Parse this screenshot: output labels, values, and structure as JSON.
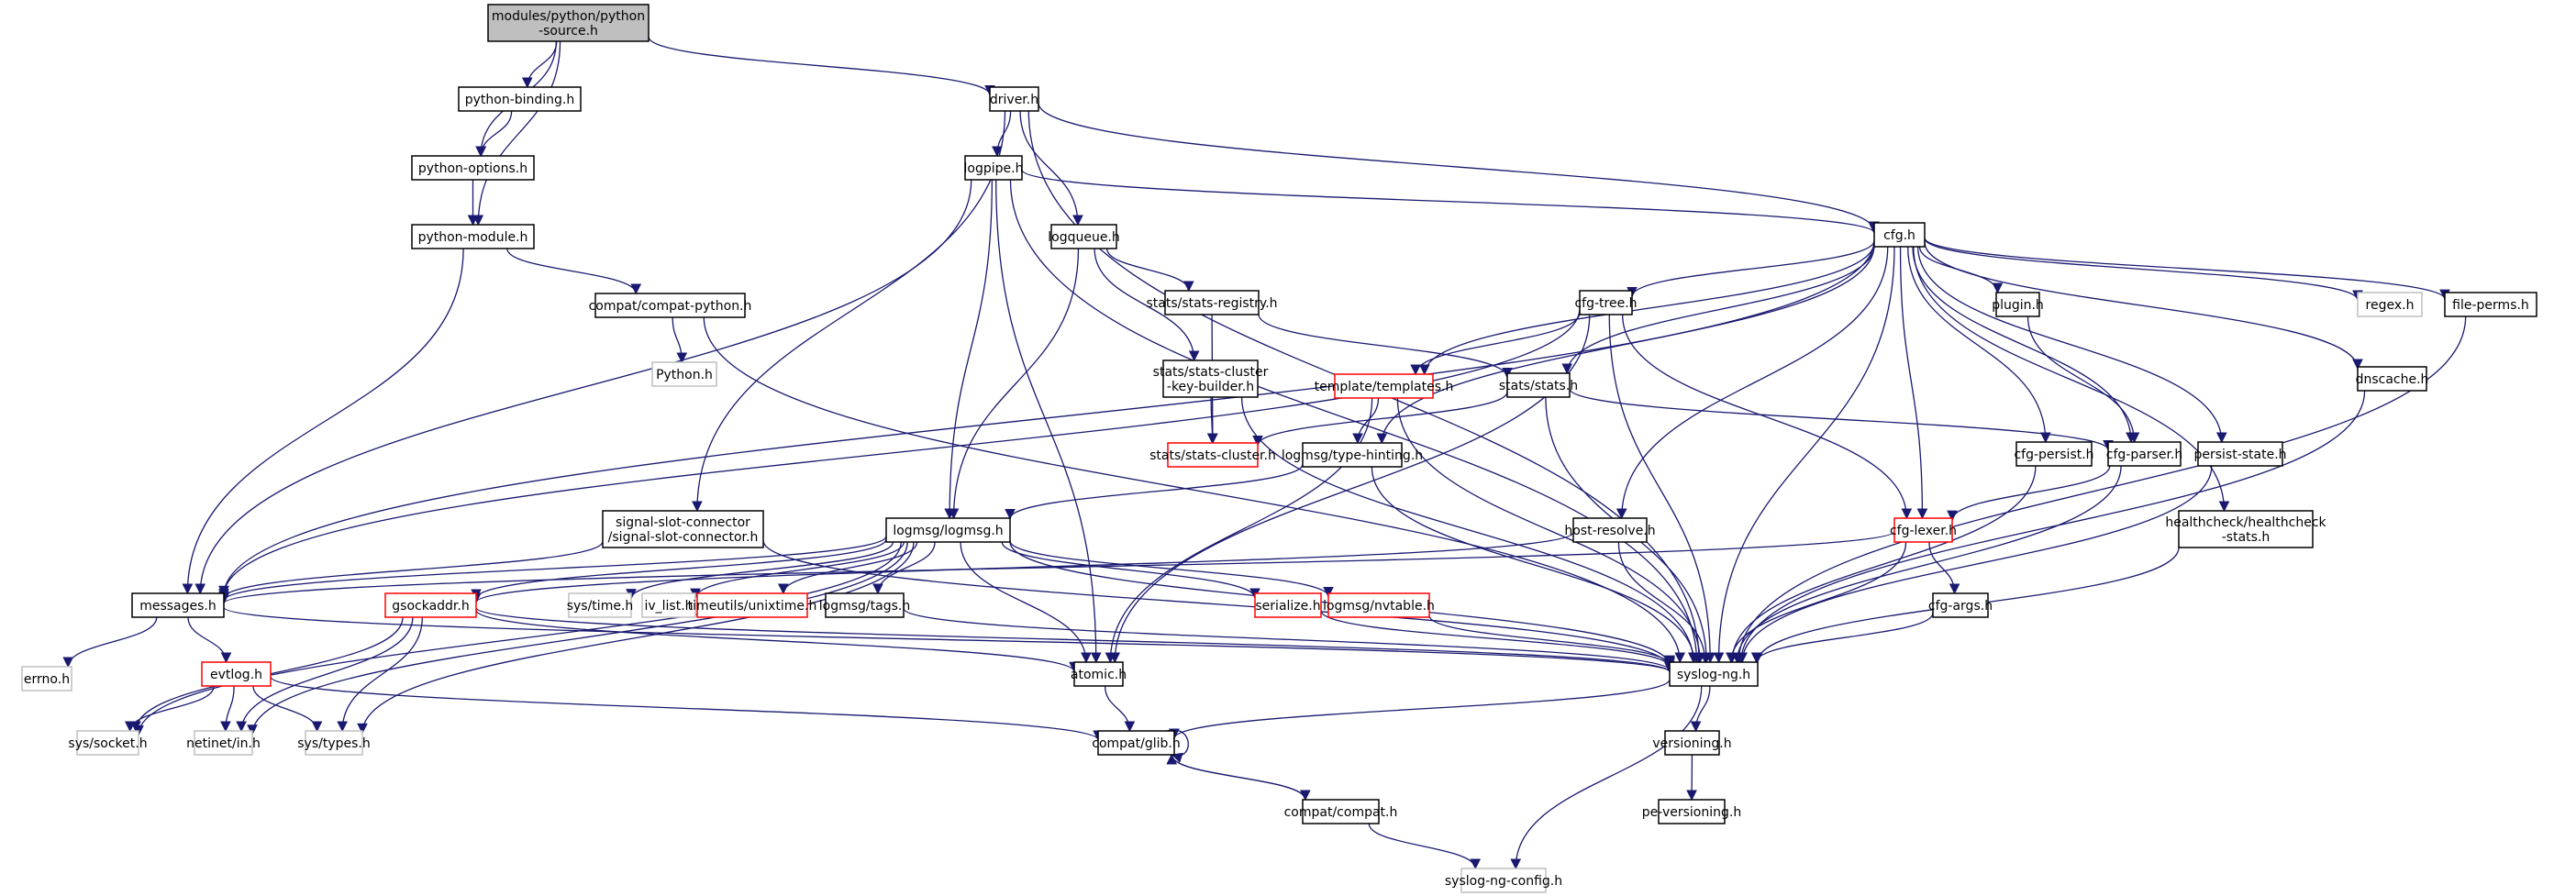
{
  "diagram": {
    "title": "modules/python/python-source.h include dependency graph",
    "colors": {
      "edge": "#191970",
      "root_fill": "#bfbfbf",
      "node_fill": "#ffffff",
      "node_border": "#000000",
      "missing_border": "#bfbfbf",
      "truncated_border": "#ff0000"
    },
    "nodes": [
      {
        "id": "root",
        "lines": [
          "modules/python/python",
          "-source.h"
        ],
        "kind": "root"
      },
      {
        "id": "python-binding",
        "lines": [
          "python-binding.h"
        ],
        "kind": "normal"
      },
      {
        "id": "python-options",
        "lines": [
          "python-options.h"
        ],
        "kind": "normal"
      },
      {
        "id": "python-module",
        "lines": [
          "python-module.h"
        ],
        "kind": "normal"
      },
      {
        "id": "compat-python",
        "lines": [
          "compat/compat-python.h"
        ],
        "kind": "normal"
      },
      {
        "id": "Python",
        "lines": [
          "Python.h"
        ],
        "kind": "missing"
      },
      {
        "id": "driver",
        "lines": [
          "driver.h"
        ],
        "kind": "normal"
      },
      {
        "id": "logpipe",
        "lines": [
          "logpipe.h"
        ],
        "kind": "normal"
      },
      {
        "id": "logqueue",
        "lines": [
          "logqueue.h"
        ],
        "kind": "normal"
      },
      {
        "id": "stats-registry",
        "lines": [
          "stats/stats-registry.h"
        ],
        "kind": "normal"
      },
      {
        "id": "stats-cluster-key-builder",
        "lines": [
          "stats/stats-cluster",
          "-key-builder.h"
        ],
        "kind": "normal"
      },
      {
        "id": "stats-cluster",
        "lines": [
          "stats/stats-cluster.h"
        ],
        "kind": "truncated"
      },
      {
        "id": "cfg",
        "lines": [
          "cfg.h"
        ],
        "kind": "normal"
      },
      {
        "id": "cfg-tree",
        "lines": [
          "cfg-tree.h"
        ],
        "kind": "normal"
      },
      {
        "id": "templates",
        "lines": [
          "template/templates.h"
        ],
        "kind": "truncated"
      },
      {
        "id": "type-hinting",
        "lines": [
          "logmsg/type-hinting.h"
        ],
        "kind": "normal"
      },
      {
        "id": "stats",
        "lines": [
          "stats/stats.h"
        ],
        "kind": "normal"
      },
      {
        "id": "plugin",
        "lines": [
          "plugin.h"
        ],
        "kind": "normal"
      },
      {
        "id": "regex",
        "lines": [
          "regex.h"
        ],
        "kind": "missing"
      },
      {
        "id": "file-perms",
        "lines": [
          "file-perms.h"
        ],
        "kind": "normal"
      },
      {
        "id": "dnscache",
        "lines": [
          "dnscache.h"
        ],
        "kind": "normal"
      },
      {
        "id": "cfg-persist",
        "lines": [
          "cfg-persist.h"
        ],
        "kind": "normal"
      },
      {
        "id": "cfg-parser",
        "lines": [
          "cfg-parser.h"
        ],
        "kind": "normal"
      },
      {
        "id": "persist-state",
        "lines": [
          "persist-state.h"
        ],
        "kind": "normal"
      },
      {
        "id": "healthcheck-stats",
        "lines": [
          "healthcheck/healthcheck",
          "-stats.h"
        ],
        "kind": "normal"
      },
      {
        "id": "signal-slot-connector",
        "lines": [
          "signal-slot-connector",
          "/signal-slot-connector.h"
        ],
        "kind": "normal"
      },
      {
        "id": "logmsg",
        "lines": [
          "logmsg/logmsg.h"
        ],
        "kind": "normal"
      },
      {
        "id": "host-resolve",
        "lines": [
          "host-resolve.h"
        ],
        "kind": "normal"
      },
      {
        "id": "cfg-lexer",
        "lines": [
          "cfg-lexer.h"
        ],
        "kind": "truncated"
      },
      {
        "id": "cfg-args",
        "lines": [
          "cfg-args.h"
        ],
        "kind": "normal"
      },
      {
        "id": "messages",
        "lines": [
          "messages.h"
        ],
        "kind": "normal"
      },
      {
        "id": "gsockaddr",
        "lines": [
          "gsockaddr.h"
        ],
        "kind": "truncated"
      },
      {
        "id": "sys-time",
        "lines": [
          "sys/time.h"
        ],
        "kind": "missing"
      },
      {
        "id": "iv_list",
        "lines": [
          "iv_list.h"
        ],
        "kind": "missing"
      },
      {
        "id": "unixtime",
        "lines": [
          "timeutils/unixtime.h"
        ],
        "kind": "truncated"
      },
      {
        "id": "tags",
        "lines": [
          "logmsg/tags.h"
        ],
        "kind": "normal"
      },
      {
        "id": "serialize",
        "lines": [
          "serialize.h"
        ],
        "kind": "truncated"
      },
      {
        "id": "nvtable",
        "lines": [
          "logmsg/nvtable.h"
        ],
        "kind": "truncated"
      },
      {
        "id": "errno",
        "lines": [
          "errno.h"
        ],
        "kind": "missing"
      },
      {
        "id": "evtlog",
        "lines": [
          "evtlog.h"
        ],
        "kind": "truncated"
      },
      {
        "id": "atomic",
        "lines": [
          "atomic.h"
        ],
        "kind": "normal"
      },
      {
        "id": "syslog-ng",
        "lines": [
          "syslog-ng.h"
        ],
        "kind": "normal"
      },
      {
        "id": "sys-socket",
        "lines": [
          "sys/socket.h"
        ],
        "kind": "missing"
      },
      {
        "id": "netinet-in",
        "lines": [
          "netinet/in.h"
        ],
        "kind": "missing"
      },
      {
        "id": "sys-types",
        "lines": [
          "sys/types.h"
        ],
        "kind": "missing"
      },
      {
        "id": "compat-glib",
        "lines": [
          "compat/glib.h"
        ],
        "kind": "normal"
      },
      {
        "id": "versioning",
        "lines": [
          "versioning.h"
        ],
        "kind": "normal"
      },
      {
        "id": "pe-versioning",
        "lines": [
          "pe-versioning.h"
        ],
        "kind": "normal"
      },
      {
        "id": "compat-compat",
        "lines": [
          "compat/compat.h"
        ],
        "kind": "normal"
      },
      {
        "id": "syslog-ng-config",
        "lines": [
          "syslog-ng-config.h"
        ],
        "kind": "missing"
      }
    ],
    "edges": [
      [
        "root",
        "python-binding"
      ],
      [
        "root",
        "python-options"
      ],
      [
        "root",
        "python-module"
      ],
      [
        "root",
        "driver"
      ],
      [
        "python-binding",
        "python-options"
      ],
      [
        "python-options",
        "python-module"
      ],
      [
        "python-module",
        "compat-python"
      ],
      [
        "python-module",
        "messages"
      ],
      [
        "compat-python",
        "Python"
      ],
      [
        "compat-python",
        "syslog-ng"
      ],
      [
        "driver",
        "logpipe"
      ],
      [
        "driver",
        "logqueue"
      ],
      [
        "driver",
        "cfg"
      ],
      [
        "driver",
        "signal-slot-connector"
      ],
      [
        "driver",
        "syslog-ng"
      ],
      [
        "logpipe",
        "cfg"
      ],
      [
        "logpipe",
        "logmsg"
      ],
      [
        "logpipe",
        "messages"
      ],
      [
        "logpipe",
        "atomic"
      ],
      [
        "logpipe",
        "syslog-ng"
      ],
      [
        "logqueue",
        "logmsg"
      ],
      [
        "logqueue",
        "stats-registry"
      ],
      [
        "logqueue",
        "stats-cluster-key-builder"
      ],
      [
        "stats-registry",
        "stats-cluster"
      ],
      [
        "stats-registry",
        "stats"
      ],
      [
        "stats-cluster-key-builder",
        "stats-cluster"
      ],
      [
        "stats-cluster-key-builder",
        "syslog-ng"
      ],
      [
        "cfg",
        "cfg-tree"
      ],
      [
        "cfg",
        "templates"
      ],
      [
        "cfg",
        "type-hinting"
      ],
      [
        "cfg",
        "stats"
      ],
      [
        "cfg",
        "plugin"
      ],
      [
        "cfg",
        "regex"
      ],
      [
        "cfg",
        "file-perms"
      ],
      [
        "cfg",
        "dnscache"
      ],
      [
        "cfg",
        "cfg-persist"
      ],
      [
        "cfg",
        "cfg-parser"
      ],
      [
        "cfg",
        "persist-state"
      ],
      [
        "cfg",
        "healthcheck-stats"
      ],
      [
        "cfg",
        "host-resolve"
      ],
      [
        "cfg",
        "cfg-lexer"
      ],
      [
        "cfg",
        "messages"
      ],
      [
        "cfg",
        "syslog-ng"
      ],
      [
        "cfg-tree",
        "templates"
      ],
      [
        "cfg-tree",
        "cfg-lexer"
      ],
      [
        "cfg-tree",
        "messages"
      ],
      [
        "cfg-tree",
        "atomic"
      ],
      [
        "cfg-tree",
        "syslog-ng"
      ],
      [
        "templates",
        "type-hinting"
      ],
      [
        "templates",
        "atomic"
      ],
      [
        "templates",
        "syslog-ng"
      ],
      [
        "type-hinting",
        "logmsg"
      ],
      [
        "type-hinting",
        "syslog-ng"
      ],
      [
        "stats",
        "stats-cluster"
      ],
      [
        "stats",
        "cfg-parser"
      ],
      [
        "stats",
        "syslog-ng"
      ],
      [
        "plugin",
        "cfg-parser"
      ],
      [
        "file-perms",
        "syslog-ng"
      ],
      [
        "dnscache",
        "syslog-ng"
      ],
      [
        "cfg-persist",
        "syslog-ng"
      ],
      [
        "cfg-parser",
        "cfg-lexer"
      ],
      [
        "cfg-parser",
        "syslog-ng"
      ],
      [
        "persist-state",
        "syslog-ng"
      ],
      [
        "healthcheck-stats",
        "syslog-ng"
      ],
      [
        "signal-slot-connector",
        "messages"
      ],
      [
        "signal-slot-connector",
        "syslog-ng"
      ],
      [
        "logmsg",
        "messages"
      ],
      [
        "logmsg",
        "gsockaddr"
      ],
      [
        "logmsg",
        "sys-time"
      ],
      [
        "logmsg",
        "iv_list"
      ],
      [
        "logmsg",
        "unixtime"
      ],
      [
        "logmsg",
        "tags"
      ],
      [
        "logmsg",
        "serialize"
      ],
      [
        "logmsg",
        "nvtable"
      ],
      [
        "logmsg",
        "atomic"
      ],
      [
        "logmsg",
        "syslog-ng"
      ],
      [
        "logmsg",
        "sys-socket"
      ],
      [
        "logmsg",
        "sys-types"
      ],
      [
        "logmsg",
        "netinet-in"
      ],
      [
        "host-resolve",
        "gsockaddr"
      ],
      [
        "host-resolve",
        "syslog-ng"
      ],
      [
        "cfg-lexer",
        "cfg-args"
      ],
      [
        "cfg-lexer",
        "messages"
      ],
      [
        "cfg-lexer",
        "syslog-ng"
      ],
      [
        "cfg-args",
        "syslog-ng"
      ],
      [
        "tags",
        "syslog-ng"
      ],
      [
        "serialize",
        "syslog-ng"
      ],
      [
        "nvtable",
        "syslog-ng"
      ],
      [
        "messages",
        "errno"
      ],
      [
        "messages",
        "evtlog"
      ],
      [
        "messages",
        "syslog-ng"
      ],
      [
        "gsockaddr",
        "sys-socket"
      ],
      [
        "gsockaddr",
        "netinet-in"
      ],
      [
        "gsockaddr",
        "sys-types"
      ],
      [
        "gsockaddr",
        "syslog-ng"
      ],
      [
        "gsockaddr",
        "atomic"
      ],
      [
        "evtlog",
        "sys-socket"
      ],
      [
        "evtlog",
        "netinet-in"
      ],
      [
        "evtlog",
        "sys-types"
      ],
      [
        "evtlog",
        "compat-glib"
      ],
      [
        "atomic",
        "compat-glib"
      ],
      [
        "syslog-ng",
        "compat-glib"
      ],
      [
        "syslog-ng",
        "versioning"
      ],
      [
        "syslog-ng",
        "syslog-ng-config"
      ],
      [
        "versioning",
        "pe-versioning"
      ],
      [
        "compat-glib",
        "compat-glib"
      ],
      [
        "compat-glib",
        "compat-compat"
      ],
      [
        "compat-compat",
        "compat-glib"
      ],
      [
        "compat-compat",
        "syslog-ng-config"
      ]
    ]
  }
}
